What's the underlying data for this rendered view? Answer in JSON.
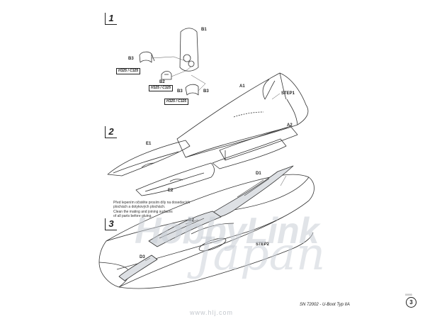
{
  "steps": [
    "1",
    "2",
    "3"
  ],
  "parts": {
    "b1": "B1",
    "b2": "B2",
    "b3a": "B3",
    "b3b": "B3",
    "b3c": "B3",
    "a1": "A1",
    "a2": "A2",
    "e1": "E1",
    "e2": "E2",
    "d1": "D1",
    "d2": "D2",
    "d3": "D3",
    "step1": "STEP1",
    "step2": "STEP2"
  },
  "paint_labels": [
    "H325 / C325",
    "H325 / C325",
    "H325 / C325"
  ],
  "instructions": [
    "Před lepením očistěte prosím díly na dosedacích",
    "plochách a dotykových plochách.",
    "Clean the mating and joining surfaces",
    "of all parts before gluing."
  ],
  "footer": {
    "product": "SN 72002 - U-Boot Typ IIA",
    "page": "3",
    "code": "00000"
  },
  "watermark": {
    "brand": "HobbyLink",
    "script": "Japan",
    "url": "www.hlj.com"
  }
}
